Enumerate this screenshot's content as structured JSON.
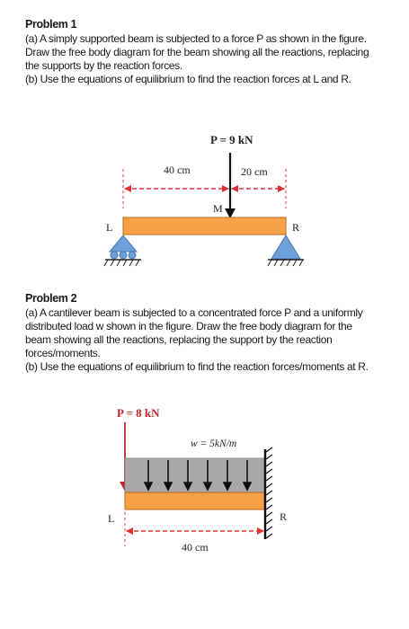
{
  "problem1": {
    "heading": "Problem 1",
    "part_a_lines": [
      "(a) A simply supported beam is subjected to a force P as shown in the figure.",
      "Draw the free body diagram for the beam showing all the reactions, replacing",
      "the supports by the reaction forces."
    ],
    "part_b": "(b) Use the equations of equilibrium to find the reaction forces at L and R.",
    "figure": {
      "force_label": "P = 9 kN",
      "dim_left": "40 cm",
      "dim_right": "20 cm",
      "point_label": "M",
      "left_support": "L",
      "right_support": "R"
    }
  },
  "problem2": {
    "heading": "Problem 2",
    "part_a_lines": [
      "(a) A cantilever beam is subjected to a concentrated force P and a uniformly",
      "distributed load w shown in the figure. Draw the free body diagram for the",
      "beam showing all the reactions, replacing the support by the reaction",
      "forces/moments."
    ],
    "part_b": "(b) Use the equations of equilibrium to find the reaction forces/moments at R.",
    "figure": {
      "force_label": "P = 8 kN",
      "load_label": "w = 5kN/m",
      "dim": "40 cm",
      "left_end": "L",
      "right_end": "R"
    }
  },
  "colors": {
    "beam_fill": "#f7a045",
    "beam_stroke": "#b86a1a",
    "support_fill": "#6f9fd8",
    "dim_line": "#e03030",
    "force_p2": "#c0282c",
    "load_fill": "#a8a8a8"
  }
}
